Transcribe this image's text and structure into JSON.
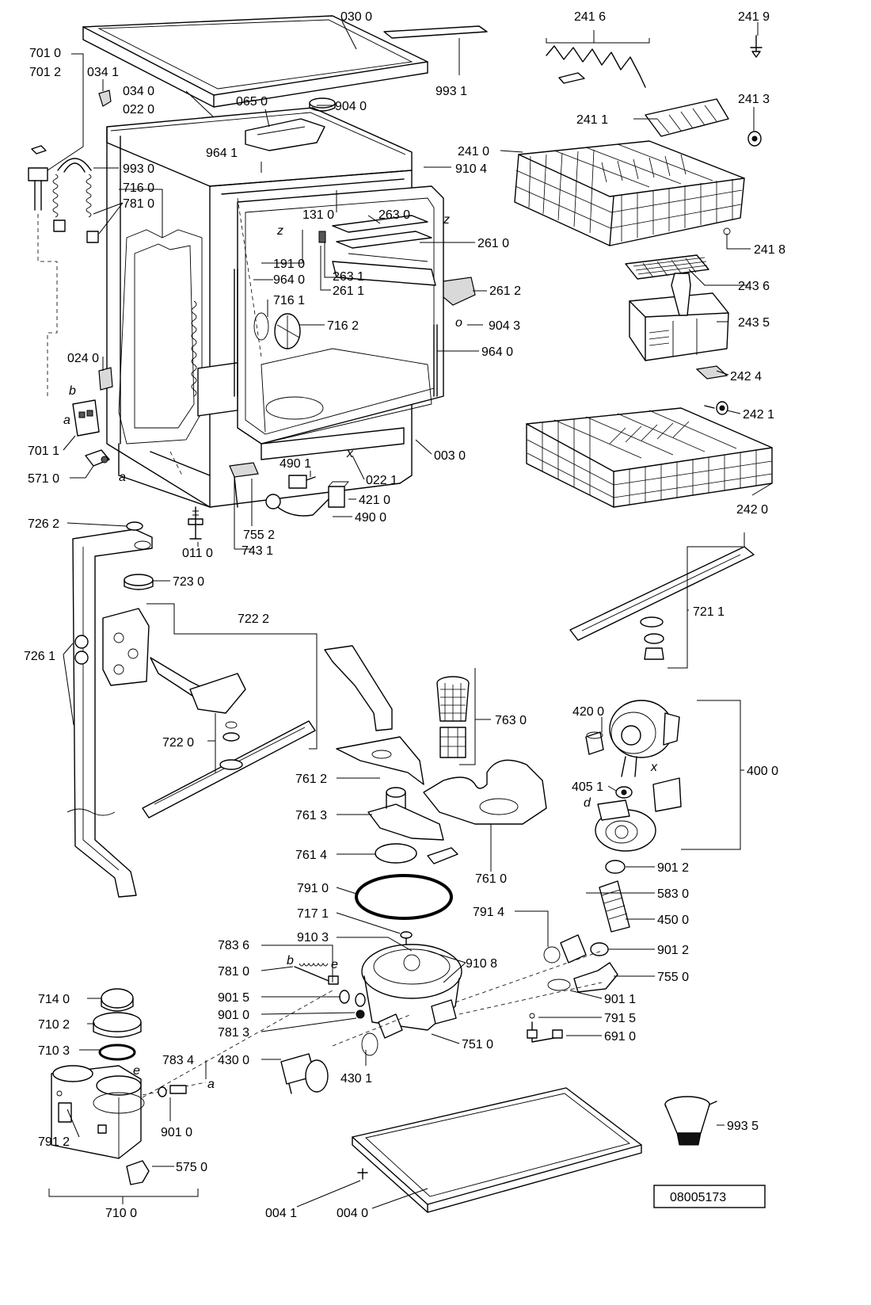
{
  "labels": {
    "p0300": "030 0",
    "p2416": "241 6",
    "p2419": "241 9",
    "p7010": "701 0",
    "p7012": "701 2",
    "p0341": "034 1",
    "p9931": "993 1",
    "p0340": "034 0",
    "p0220": "022 0",
    "p0650": "065 0",
    "p9040": "904 0",
    "p2413": "241 3",
    "p2411": "241 1",
    "p2410": "241 0",
    "p9930": "993 0",
    "p9641": "964 1",
    "p9104": "910 4",
    "p7160": "716 0",
    "p7810": "781 0",
    "p1310": "131 0",
    "p2630": "263 0",
    "p2610": "261 0",
    "p2418": "241 8",
    "p1910": "191 0",
    "p2436": "243 6",
    "p9640a": "964 0",
    "p2631": "263 1",
    "p2611": "261 1",
    "p2612": "261 2",
    "p7161": "716 1",
    "p7162": "716 2",
    "p9043": "904 3",
    "p2435": "243 5",
    "p9640b": "964 0",
    "p0240": "024 0",
    "p2424": "242 4",
    "p2421": "242 1",
    "p7011": "701 1",
    "p5710": "571 0",
    "p4901": "490 1",
    "p0030": "003 0",
    "p0221": "022 1",
    "p4210": "421 0",
    "p2420": "242 0",
    "p4900": "490 0",
    "p7262": "726 2",
    "p7552": "755 2",
    "p0110": "011 0",
    "p7431": "743 1",
    "p7230": "723 0",
    "p7211": "721 1",
    "p7222": "722 2",
    "p7261": "726 1",
    "p7630": "763 0",
    "p4200": "420 0",
    "p7220": "722 0",
    "p7612": "761 2",
    "p4000": "400 0",
    "p4051": "405 1",
    "p7613": "761 3",
    "p7614": "761 4",
    "p7610": "761 0",
    "p9012a": "901 2",
    "p7910": "791 0",
    "p5830": "583 0",
    "p7171": "717 1",
    "p7914": "791 4",
    "p4500": "450 0",
    "p9103": "910 3",
    "p9012b": "901 2",
    "p7836": "783 6",
    "p9108": "910 8",
    "p7810b": "781 0",
    "p7550": "755 0",
    "p7140": "714 0",
    "p9015": "901 5",
    "p9011": "901 1",
    "p9010a": "901 0",
    "p7915": "791 5",
    "p7813": "781 3",
    "p6910": "691 0",
    "p7102": "710 2",
    "p7510": "751 0",
    "p7103": "710 3",
    "p7834": "783 4",
    "p4300": "430 0",
    "p4301": "430 1",
    "p9010b": "901 0",
    "p9935": "993 5",
    "p7912": "791 2",
    "p5750": "575 0",
    "p7100": "710 0",
    "p0041": "004 1",
    "p0040": "004 0"
  },
  "letters": {
    "b": "b",
    "a": "a",
    "a2": "a",
    "z": "z",
    "z2": "z",
    "x": "x",
    "x2": "x",
    "d": "d",
    "e": "e",
    "e2": "e",
    "b2": "b",
    "a3": "a",
    "o": "o"
  },
  "document_number": "08005173"
}
